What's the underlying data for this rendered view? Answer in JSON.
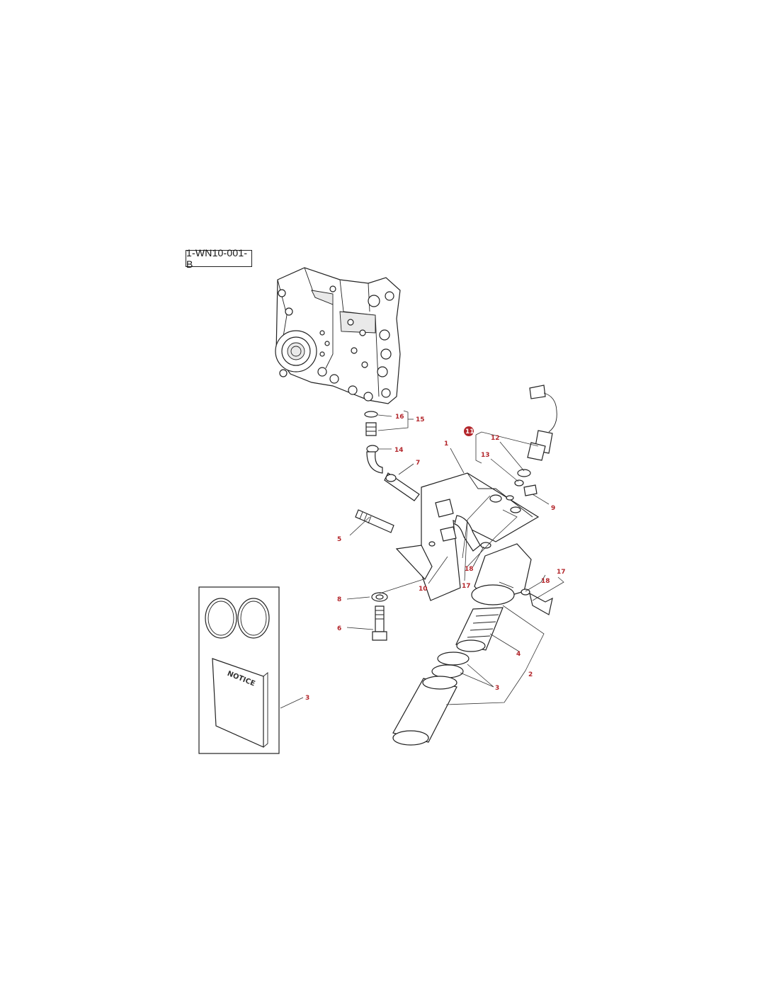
{
  "reference_code": "1-WN10-001-B",
  "booklet_text": "NOTICE",
  "accent_color": "#b3262b",
  "highlighted_callout": "11",
  "callouts": [
    {
      "id": "c16",
      "label": "16"
    },
    {
      "id": "c15",
      "label": "15"
    },
    {
      "id": "c14",
      "label": "14"
    },
    {
      "id": "c7",
      "label": "7"
    },
    {
      "id": "c1",
      "label": "1"
    },
    {
      "id": "c11",
      "label": "11"
    },
    {
      "id": "c12",
      "label": "12"
    },
    {
      "id": "c13",
      "label": "13"
    },
    {
      "id": "c9",
      "label": "9"
    },
    {
      "id": "c5",
      "label": "5"
    },
    {
      "id": "c18a",
      "label": "18"
    },
    {
      "id": "c17a",
      "label": "17"
    },
    {
      "id": "c10",
      "label": "10"
    },
    {
      "id": "c17b",
      "label": "17"
    },
    {
      "id": "c18b",
      "label": "18"
    },
    {
      "id": "c8",
      "label": "8"
    },
    {
      "id": "c6",
      "label": "6"
    },
    {
      "id": "c4",
      "label": "4"
    },
    {
      "id": "c2",
      "label": "2"
    },
    {
      "id": "c3a",
      "label": "3"
    },
    {
      "id": "c3b",
      "label": "3"
    }
  ]
}
